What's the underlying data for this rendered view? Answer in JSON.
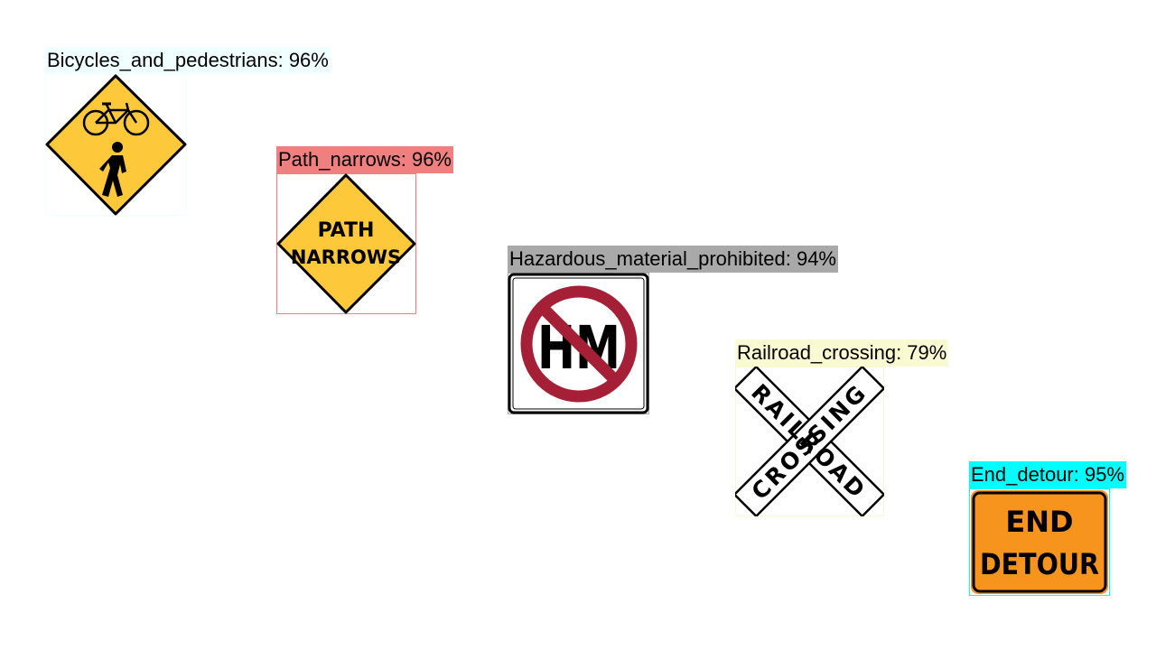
{
  "detections": [
    {
      "label": "Bicycles_and_pedestrians: 96%",
      "color": "#f0ffff",
      "sign": "bicycles-and-pedestrians"
    },
    {
      "label": "Path_narrows: 96%",
      "color": "#f08080",
      "sign": "path-narrows",
      "sign_text": [
        "PATH",
        "NARROWS"
      ]
    },
    {
      "label": "Hazardous_material_prohibited: 94%",
      "color": "#a9a9a9",
      "sign": "hazardous-material-prohibited",
      "sign_text": [
        "HM"
      ]
    },
    {
      "label": "Railroad_crossing: 79%",
      "color": "#fafad2",
      "sign": "railroad-crossing",
      "sign_text": [
        "RAILROAD",
        "CROSSING"
      ]
    },
    {
      "label": "End_detour: 95%",
      "color": "#00ffff",
      "sign": "end-detour",
      "sign_text": [
        "END",
        "DETOUR"
      ]
    }
  ],
  "colors": {
    "warning_yellow": "#fdc93a",
    "construction_orange": "#f7941d",
    "prohibition_red": "#a51f36"
  }
}
